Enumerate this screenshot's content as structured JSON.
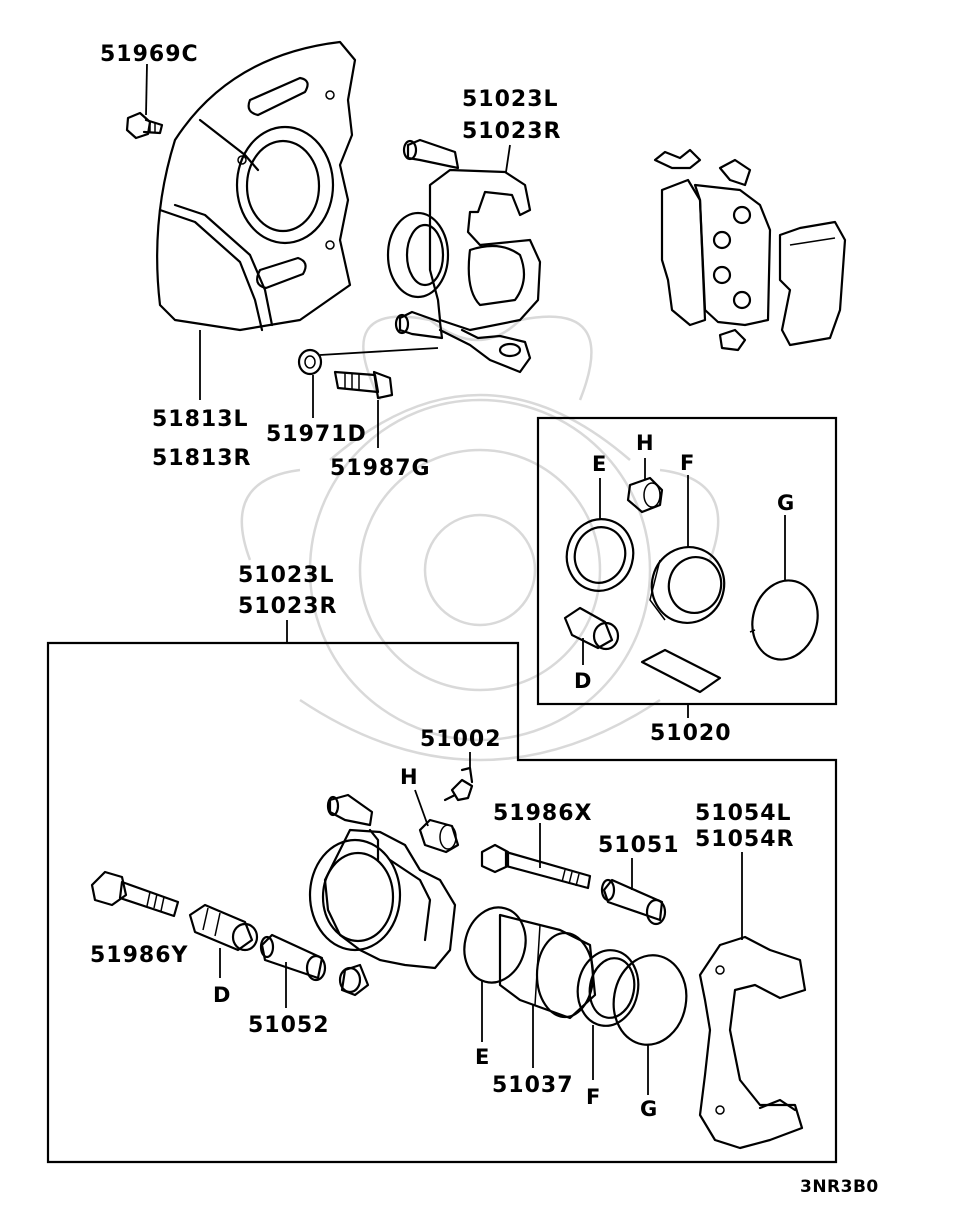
{
  "labels": {
    "p51969C": "51969C",
    "p51023L_top": "51023L",
    "p51023R_top": "51023R",
    "p51813L": "51813L",
    "p51813R": "51813R",
    "p51971D": "51971D",
    "p51987G": "51987G",
    "p51023L_mid": "51023L",
    "p51023R_mid": "51023R",
    "kit_E": "E",
    "kit_H": "H",
    "kit_F": "F",
    "kit_G": "G",
    "kit_D": "D",
    "p51020": "51020",
    "p51002": "51002",
    "asm_H": "H",
    "p51986X": "51986X",
    "p51051": "51051",
    "p51054L": "51054L",
    "p51054R": "51054R",
    "p51986Y": "51986Y",
    "asm_D": "D",
    "p51052": "51052",
    "asm_E": "E",
    "p51037": "51037",
    "asm_F": "F",
    "asm_G": "G",
    "diagram_code": "3NR3B0"
  }
}
